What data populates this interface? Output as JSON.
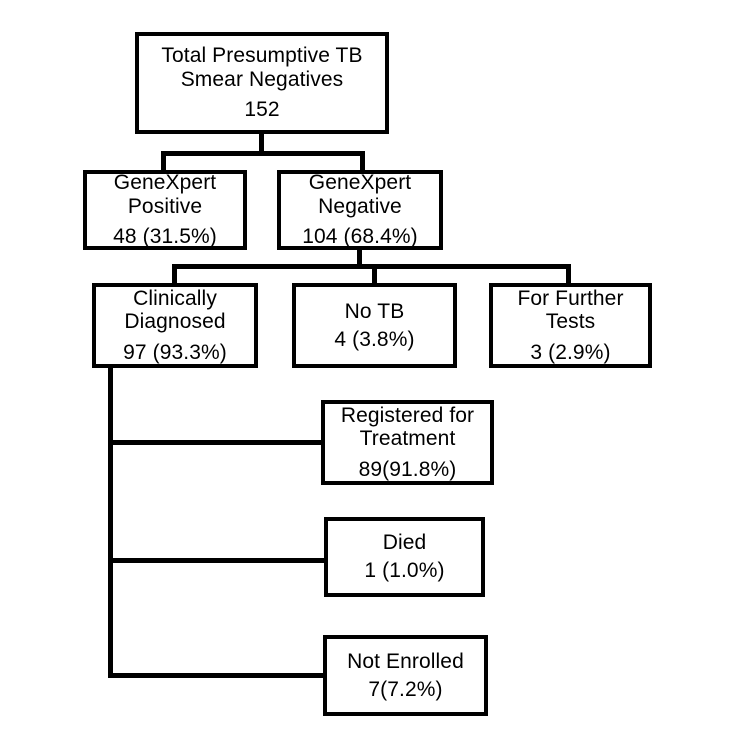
{
  "diagram": {
    "type": "flowchart",
    "title": "TB presumptive smear-negative patient cascade",
    "background_color": "#ffffff",
    "line_color": "#000000",
    "nodes": [
      {
        "id": "total",
        "name": "total-presumptive-tb-smear-negatives",
        "line1": "Total  Presumptive TB",
        "line2": "Smear Negatives",
        "count": "152"
      },
      {
        "id": "genexpert_positive",
        "name": "genexpert-positive",
        "line1": "GeneXpert",
        "line2": "Positive",
        "count": "48 (31.5%)"
      },
      {
        "id": "genexpert_negative",
        "name": "genexpert-negative",
        "line1": "GeneXpert",
        "line2": "Negative",
        "count": "104 (68.4%)"
      },
      {
        "id": "clinically_diagnosed",
        "name": "clinically-diagnosed",
        "line1": "Clinically",
        "line2": "Diagnosed",
        "count": "97 (93.3%)"
      },
      {
        "id": "no_tb",
        "name": "no-tb",
        "line1": "No TB",
        "line2": "",
        "count": "4 (3.8%)"
      },
      {
        "id": "for_further_tests",
        "name": "for-further-tests",
        "line1": "For Further",
        "line2": "Tests",
        "count": "3 (2.9%)"
      },
      {
        "id": "registered_for_treatment",
        "name": "registered-for-treatment",
        "line1": "Registered for",
        "line2": "Treatment",
        "count": "89(91.8%)"
      },
      {
        "id": "died",
        "name": "died",
        "line1": "Died",
        "line2": "",
        "count": "1 (1.0%)"
      },
      {
        "id": "not_enrolled",
        "name": "not-enrolled",
        "line1": "Not Enrolled",
        "line2": "",
        "count": "7(7.2%)"
      }
    ]
  }
}
